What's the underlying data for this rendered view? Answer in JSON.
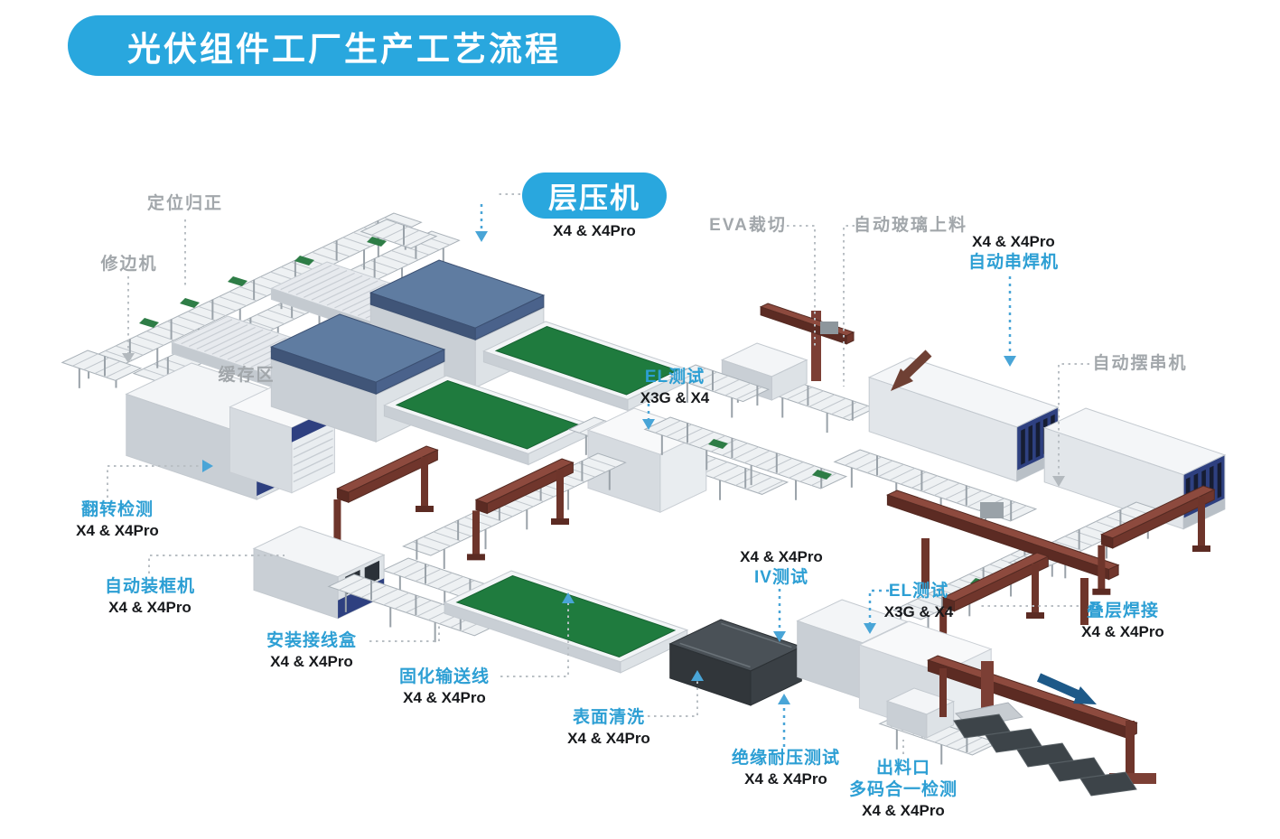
{
  "title": "光伏组件工厂生产工艺流程",
  "badge": {
    "label": "层压机",
    "sub": "X4 & X4Pro"
  },
  "colors": {
    "accent_blue": "#29a7de",
    "label_blue": "#2d9fd4",
    "label_gray": "#a2a7ab",
    "text_black": "#17191c",
    "belt_green": "#1f7b3e",
    "machine_navy": "#2e4080",
    "robot_maroon": "#7c3f35",
    "flow_arrow_brown": "#6f4034",
    "flow_arrow_blue": "#1d5988"
  },
  "stations": [
    {
      "id": "dingwei",
      "lines": [
        {
          "text": "定位归正",
          "type": "gray"
        }
      ]
    },
    {
      "id": "xiubian",
      "lines": [
        {
          "text": "修边机",
          "type": "gray"
        }
      ]
    },
    {
      "id": "eva",
      "lines": [
        {
          "text": "EVA裁切",
          "type": "gray"
        }
      ]
    },
    {
      "id": "glass",
      "lines": [
        {
          "text": "自动玻璃上料",
          "type": "gray"
        }
      ]
    },
    {
      "id": "stringer",
      "lines": [
        {
          "text": "X4 & X4Pro",
          "type": "black"
        },
        {
          "text": "自动串焊机",
          "type": "blue"
        }
      ]
    },
    {
      "id": "baichuan",
      "lines": [
        {
          "text": "自动摆串机",
          "type": "gray"
        }
      ]
    },
    {
      "id": "el_mid",
      "lines": [
        {
          "text": "EL测试",
          "type": "blue"
        },
        {
          "text": "X3G & X4",
          "type": "black"
        }
      ]
    },
    {
      "id": "huancun",
      "lines": [
        {
          "text": "缓存区",
          "type": "gray"
        }
      ]
    },
    {
      "id": "fanzhuan",
      "lines": [
        {
          "text": "翻转检测",
          "type": "blue"
        },
        {
          "text": "X4 & X4Pro",
          "type": "black"
        }
      ]
    },
    {
      "id": "zhuangkuang",
      "lines": [
        {
          "text": "自动装框机",
          "type": "blue"
        },
        {
          "text": "X4 & X4Pro",
          "type": "black"
        }
      ]
    },
    {
      "id": "jiexianhe",
      "lines": [
        {
          "text": "安装接线盒",
          "type": "blue"
        },
        {
          "text": "X4 & X4Pro",
          "type": "black"
        }
      ]
    },
    {
      "id": "guhua",
      "lines": [
        {
          "text": "固化输送线",
          "type": "blue"
        },
        {
          "text": "X4 & X4Pro",
          "type": "black"
        }
      ]
    },
    {
      "id": "qingxi",
      "lines": [
        {
          "text": "表面清洗",
          "type": "blue"
        },
        {
          "text": "X4 & X4Pro",
          "type": "black"
        }
      ]
    },
    {
      "id": "iv",
      "lines": [
        {
          "text": "X4 & X4Pro",
          "type": "black"
        },
        {
          "text": "IV测试",
          "type": "blue"
        }
      ]
    },
    {
      "id": "el_right",
      "lines": [
        {
          "text": "EL测试",
          "type": "blue"
        },
        {
          "text": "X3G & X4",
          "type": "black"
        }
      ]
    },
    {
      "id": "diecang",
      "lines": [
        {
          "text": "叠层焊接",
          "type": "blue"
        },
        {
          "text": "X4 & X4Pro",
          "type": "black"
        }
      ]
    },
    {
      "id": "jueyuan",
      "lines": [
        {
          "text": "绝缘耐压测试",
          "type": "blue"
        },
        {
          "text": "X4 & X4Pro",
          "type": "black"
        }
      ]
    },
    {
      "id": "chuliao",
      "lines": [
        {
          "text": "出料口",
          "type": "blue"
        },
        {
          "text": "多码合一检测",
          "type": "blue"
        },
        {
          "text": "X4 & X4Pro",
          "type": "black"
        }
      ]
    }
  ]
}
